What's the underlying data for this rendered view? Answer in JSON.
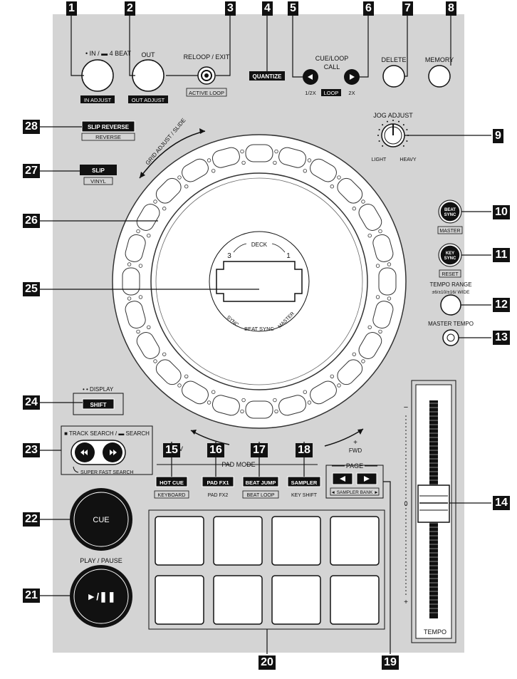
{
  "callouts": [
    "1",
    "2",
    "3",
    "4",
    "5",
    "6",
    "7",
    "8",
    "9",
    "10",
    "11",
    "12",
    "13",
    "14",
    "15",
    "16",
    "17",
    "18",
    "19",
    "20",
    "21",
    "22",
    "23",
    "24",
    "25",
    "26",
    "27",
    "28"
  ],
  "buttons": {
    "in_label": "• IN / ▬ 4 BEAT",
    "in_sub": "IN ADJUST",
    "out_label": "OUT",
    "out_sub": "OUT ADJUST",
    "reloop_label": "RELOOP / EXIT",
    "reloop_sub": "ACTIVE LOOP",
    "quantize": "QUANTIZE",
    "cue_loop_call_1": "CUE/LOOP",
    "cue_loop_call_2": "CALL",
    "half": "1/2X",
    "loop": "LOOP",
    "double": "2X",
    "delete": "DELETE",
    "memory": "MEMORY",
    "jog_adjust": "JOG ADJUST",
    "light": "LIGHT",
    "heavy": "HEAVY",
    "slip_reverse": "SLIP REVERSE",
    "reverse": "REVERSE",
    "slip": "SLIP",
    "vinyl": "VINYL",
    "grid_adjust": "GRID ADJUST / SLIDE",
    "beat_sync_1": "BEAT",
    "beat_sync_2": "SYNC",
    "master": "MASTER",
    "key_sync_1": "KEY",
    "key_sync_2": "SYNC",
    "reset": "RESET",
    "tempo_range": "TEMPO RANGE",
    "tempo_range_values": "±6/±10/±16/ WIDE",
    "master_tempo": "MASTER TEMPO",
    "deck": "DECK",
    "deck3": "3",
    "deck1": "1",
    "sync_left": "SYNC",
    "beat_sync_text": "BEAT SYNC",
    "master_right": "MASTER",
    "display": "• • DISPLAY",
    "shift": "SHIFT",
    "track_search": "■ TRACK SEARCH / ▬ SEARCH",
    "super_fast": "SUPER FAST SEARCH",
    "rev_frag": "V",
    "fwd_plus": "+",
    "fwd": "FWD",
    "pad_mode": "PAD MODE",
    "hot_cue": "HOT CUE",
    "keyboard": "KEYBOARD",
    "pad_fx1": "PAD FX1",
    "pad_fx2": "PAD FX2",
    "beat_jump": "BEAT JUMP",
    "beat_loop": "BEAT LOOP",
    "sampler": "SAMPLER",
    "key_shift": "KEY SHIFT",
    "page": "PAGE",
    "sampler_bank": "◄ SAMPLER BANK ►",
    "cue": "CUE",
    "play_pause": "PLAY / PAUSE",
    "play_symbol": "►/❚❚",
    "tempo": "TEMPO",
    "minus": "−",
    "zero": "0",
    "plus": "+"
  },
  "colors": {
    "panel": "#d4d4d4",
    "dark": "#111111",
    "outline": "#333333"
  }
}
